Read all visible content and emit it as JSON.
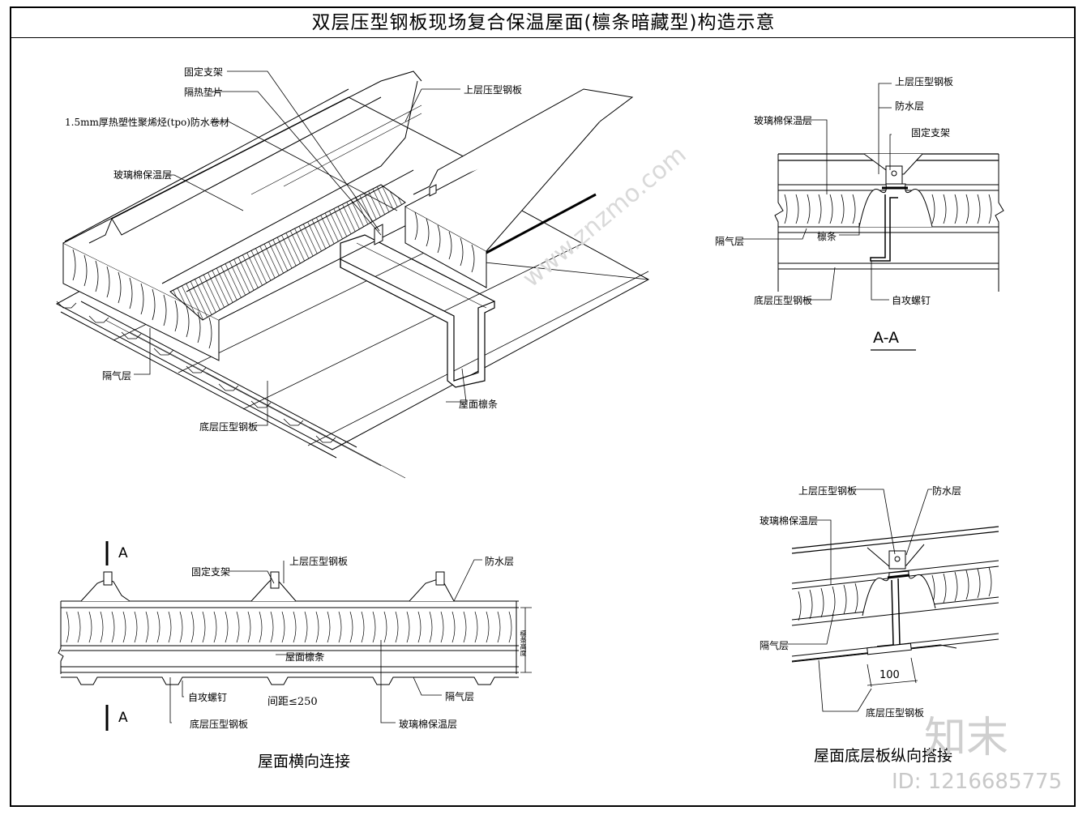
{
  "title": "双层压型钢板现场复合保温屋面(檩条暗藏型)构造示意",
  "iso_view": {
    "fixed_bracket": "固定支架",
    "insulating_pad": "隔热垫片",
    "tpo_membrane": "1.5mm厚热塑性聚烯烃(tpo)防水卷材",
    "glass_wool": "玻璃棉保温层",
    "upper_steel_plate": "上层压型钢板",
    "vapor_barrier": "隔气层",
    "roof_purlin": "屋面檩条",
    "bottom_steel_plate": "底层压型钢板"
  },
  "section_aa": {
    "upper_steel_plate": "上层压型钢板",
    "waterproof_layer": "防水层",
    "glass_wool": "玻璃棉保温层",
    "fixed_bracket": "固定支架",
    "vapor_barrier": "隔气层",
    "purlin": "檩条",
    "bottom_steel_plate": "底层压型钢板",
    "self_tapping_screw": "自攻螺钉",
    "caption": "A-A"
  },
  "transverse": {
    "cut_mark_top": "A",
    "cut_mark_bottom": "A",
    "fixed_bracket": "固定支架",
    "upper_steel_plate": "上层压型钢板",
    "waterproof_layer": "防水层",
    "roof_purlin": "屋面檩条",
    "purlin_height": "檩条高度",
    "self_tapping_screw": "自攻螺钉",
    "spacing": "间距≤250",
    "vapor_barrier": "隔气层",
    "bottom_steel_plate": "底层压型钢板",
    "glass_wool": "玻璃棉保温层",
    "caption": "屋面横向连接"
  },
  "longitudinal": {
    "upper_steel_plate": "上层压型钢板",
    "waterproof_layer": "防水层",
    "glass_wool": "玻璃棉保温层",
    "vapor_barrier": "隔气层",
    "dimension": "100",
    "bottom_steel_plate": "底层压型钢板",
    "caption": "屋面底层板纵向搭接"
  },
  "watermark": {
    "brand": "知末",
    "site": "www.znzmo.com",
    "id": "ID: 1216685775"
  },
  "colors": {
    "ink": "#000000",
    "watermark": "#d9d9d9"
  }
}
